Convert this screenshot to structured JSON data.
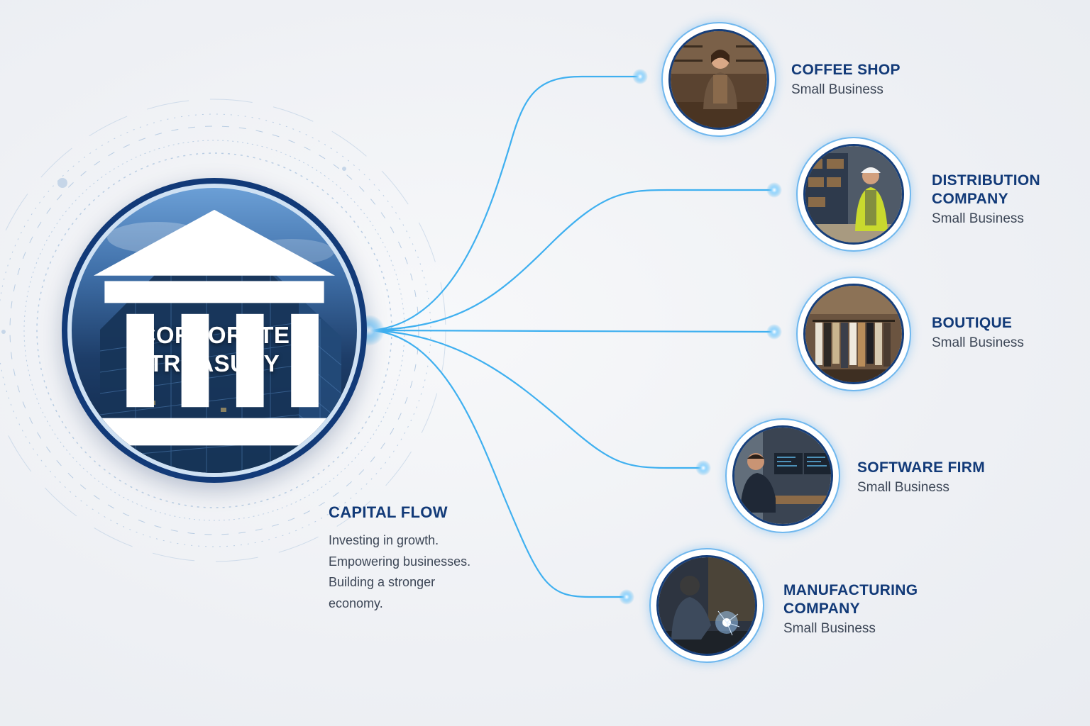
{
  "hub": {
    "title_line1": "CORPORATE",
    "title_line2": "TREASURY",
    "icon": "bank-icon"
  },
  "caption": {
    "title": "CAPITAL FLOW",
    "line1": "Investing in growth.",
    "line2": "Empowering businesses.",
    "line3": "Building a stronger",
    "line4": "economy."
  },
  "nodes": [
    {
      "title_line1": "COFFEE SHOP",
      "title_line2": "",
      "subtitle": "Small Business",
      "photo": "barista-in-coffee-shop"
    },
    {
      "title_line1": "DISTRIBUTION",
      "title_line2": "COMPANY",
      "subtitle": "Small Business",
      "photo": "warehouse-worker"
    },
    {
      "title_line1": "BOUTIQUE",
      "title_line2": "",
      "subtitle": "Small Business",
      "photo": "clothing-racks"
    },
    {
      "title_line1": "SOFTWARE FIRM",
      "title_line2": "",
      "subtitle": "Small Business",
      "photo": "developer-at-monitors"
    },
    {
      "title_line1": "MANUFACTURING",
      "title_line2": "COMPANY",
      "subtitle": "Small Business",
      "photo": "welder-at-work"
    }
  ],
  "colors": {
    "navy": "#123a78",
    "flow_line": "#3fb0f0",
    "text_gray": "#3c4656",
    "background": "#eef0f4"
  }
}
